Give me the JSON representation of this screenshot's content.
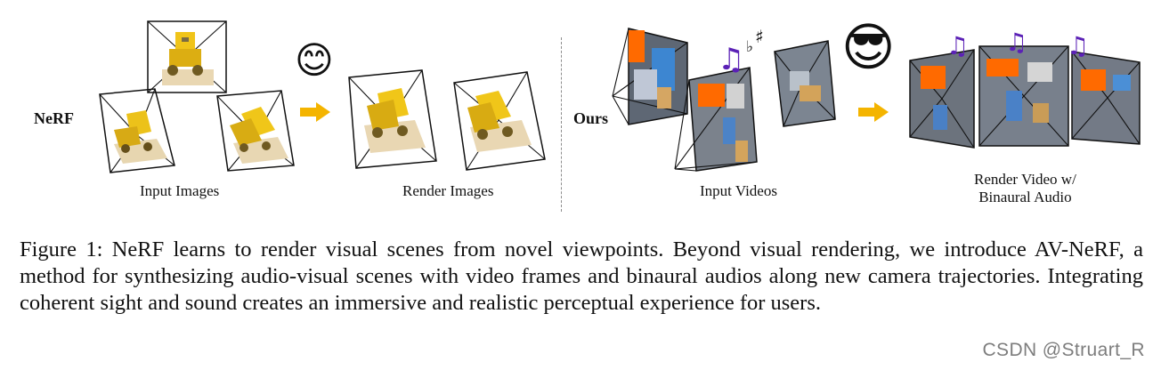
{
  "figure": {
    "left_label": "NeRF",
    "right_label": "Ours",
    "left_captions": [
      "Input Images",
      "Render Images"
    ],
    "right_captions": [
      "Input Videos",
      "Render Video w/",
      "Binaural Audio"
    ]
  },
  "caption": {
    "text": "Figure 1: NeRF learns to render visual scenes from novel viewpoints. Beyond visual rendering, we introduce AV-NeRF, a method for synthesizing audio-visual scenes with video frames and binaural audios along new camera trajectories. Integrating coherent sight and sound creates an immersive and realistic perceptual experience for users."
  },
  "watermark": "CSDN @Struart_R",
  "icons": {
    "smiley": "smiley-face-icon",
    "cool_face": "cool-face-with-headphones-icon",
    "music_notes": "music-notes-icon",
    "flat_symbol": "flat-sign-icon",
    "sharp_symbol": "sharp-sign-icon",
    "arrow": "right-arrow-icon"
  },
  "colors": {
    "arrow": "#f4b400",
    "music": "#5b21b6",
    "dash": "#8d8d8d"
  }
}
